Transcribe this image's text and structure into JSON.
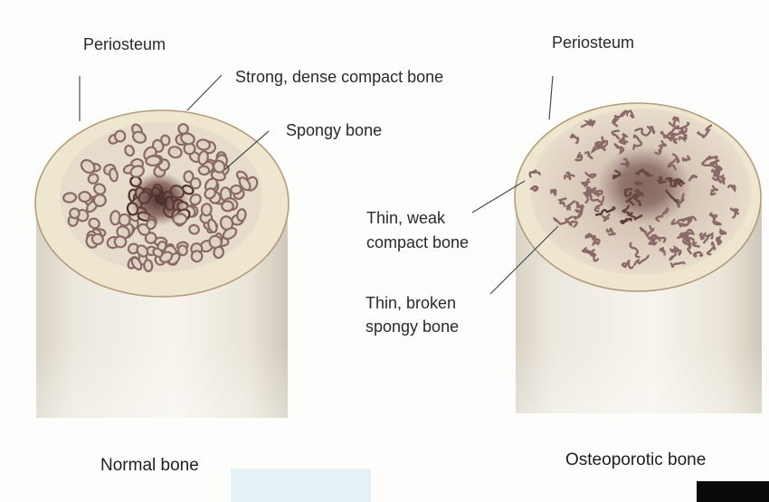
{
  "normal": {
    "periosteum": "Periosteum",
    "compact": "Strong, dense compact bone",
    "spongy": "Spongy bone",
    "caption": "Normal bone"
  },
  "osteoporotic": {
    "periosteum": "Periosteum",
    "compact_line1": "Thin, weak",
    "compact_line2": "compact bone",
    "spongy_line1": "Thin, broken",
    "spongy_line2": "spongy bone",
    "caption": "Osteoporotic bone"
  },
  "colors": {
    "cortex": "#efe6cf",
    "shaft": "#e7e2d6",
    "cortex_edge": "#b39b7d",
    "trabecula": "#8a6a68",
    "marrow_dark": "#4d2f2c",
    "pore_fill": "#dfd3c2"
  }
}
